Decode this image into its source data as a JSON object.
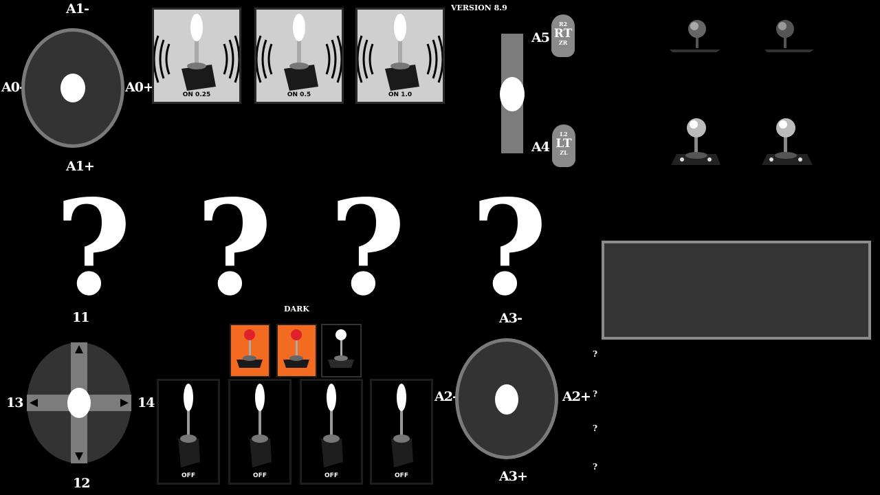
{
  "version": "VERSION 8.9",
  "left_stick": {
    "up": "A1-",
    "down": "A1+",
    "left": "A0-",
    "right": "A0+"
  },
  "right_stick": {
    "up": "A3-",
    "down": "A3+",
    "left": "A2-",
    "right": "A2+"
  },
  "dpad": {
    "down": "12",
    "left": "13",
    "right": "14"
  },
  "rumble_tiles": [
    {
      "caption": "ON 0.25"
    },
    {
      "caption": "ON 0.5"
    },
    {
      "caption": "ON 1.0"
    }
  ],
  "triggers": {
    "a5_label": "A5",
    "a4_label": "A4",
    "rt": {
      "top": "R2",
      "main": "RT",
      "bottom": "ZR"
    },
    "lt": {
      "top": "L2",
      "main": "LT",
      "bottom": "ZL"
    }
  },
  "question_buttons": [
    {
      "mark": "?",
      "label": "11"
    },
    {
      "mark": "?",
      "label": ""
    },
    {
      "mark": "?",
      "label": ""
    },
    {
      "mark": "?",
      "label": ""
    }
  ],
  "theme": {
    "label": "DARK"
  },
  "off_tiles": [
    {
      "caption": "OFF"
    },
    {
      "caption": "OFF"
    },
    {
      "caption": "OFF"
    },
    {
      "caption": "OFF"
    }
  ],
  "side_marks": [
    "?",
    "?",
    "?",
    "?"
  ],
  "colors": {
    "accent_orange": "#f26b21",
    "panel_bg": "#343434",
    "panel_border": "#8c8c8c",
    "stick_bg": "#333333",
    "stick_ring": "#7a7a7a"
  }
}
